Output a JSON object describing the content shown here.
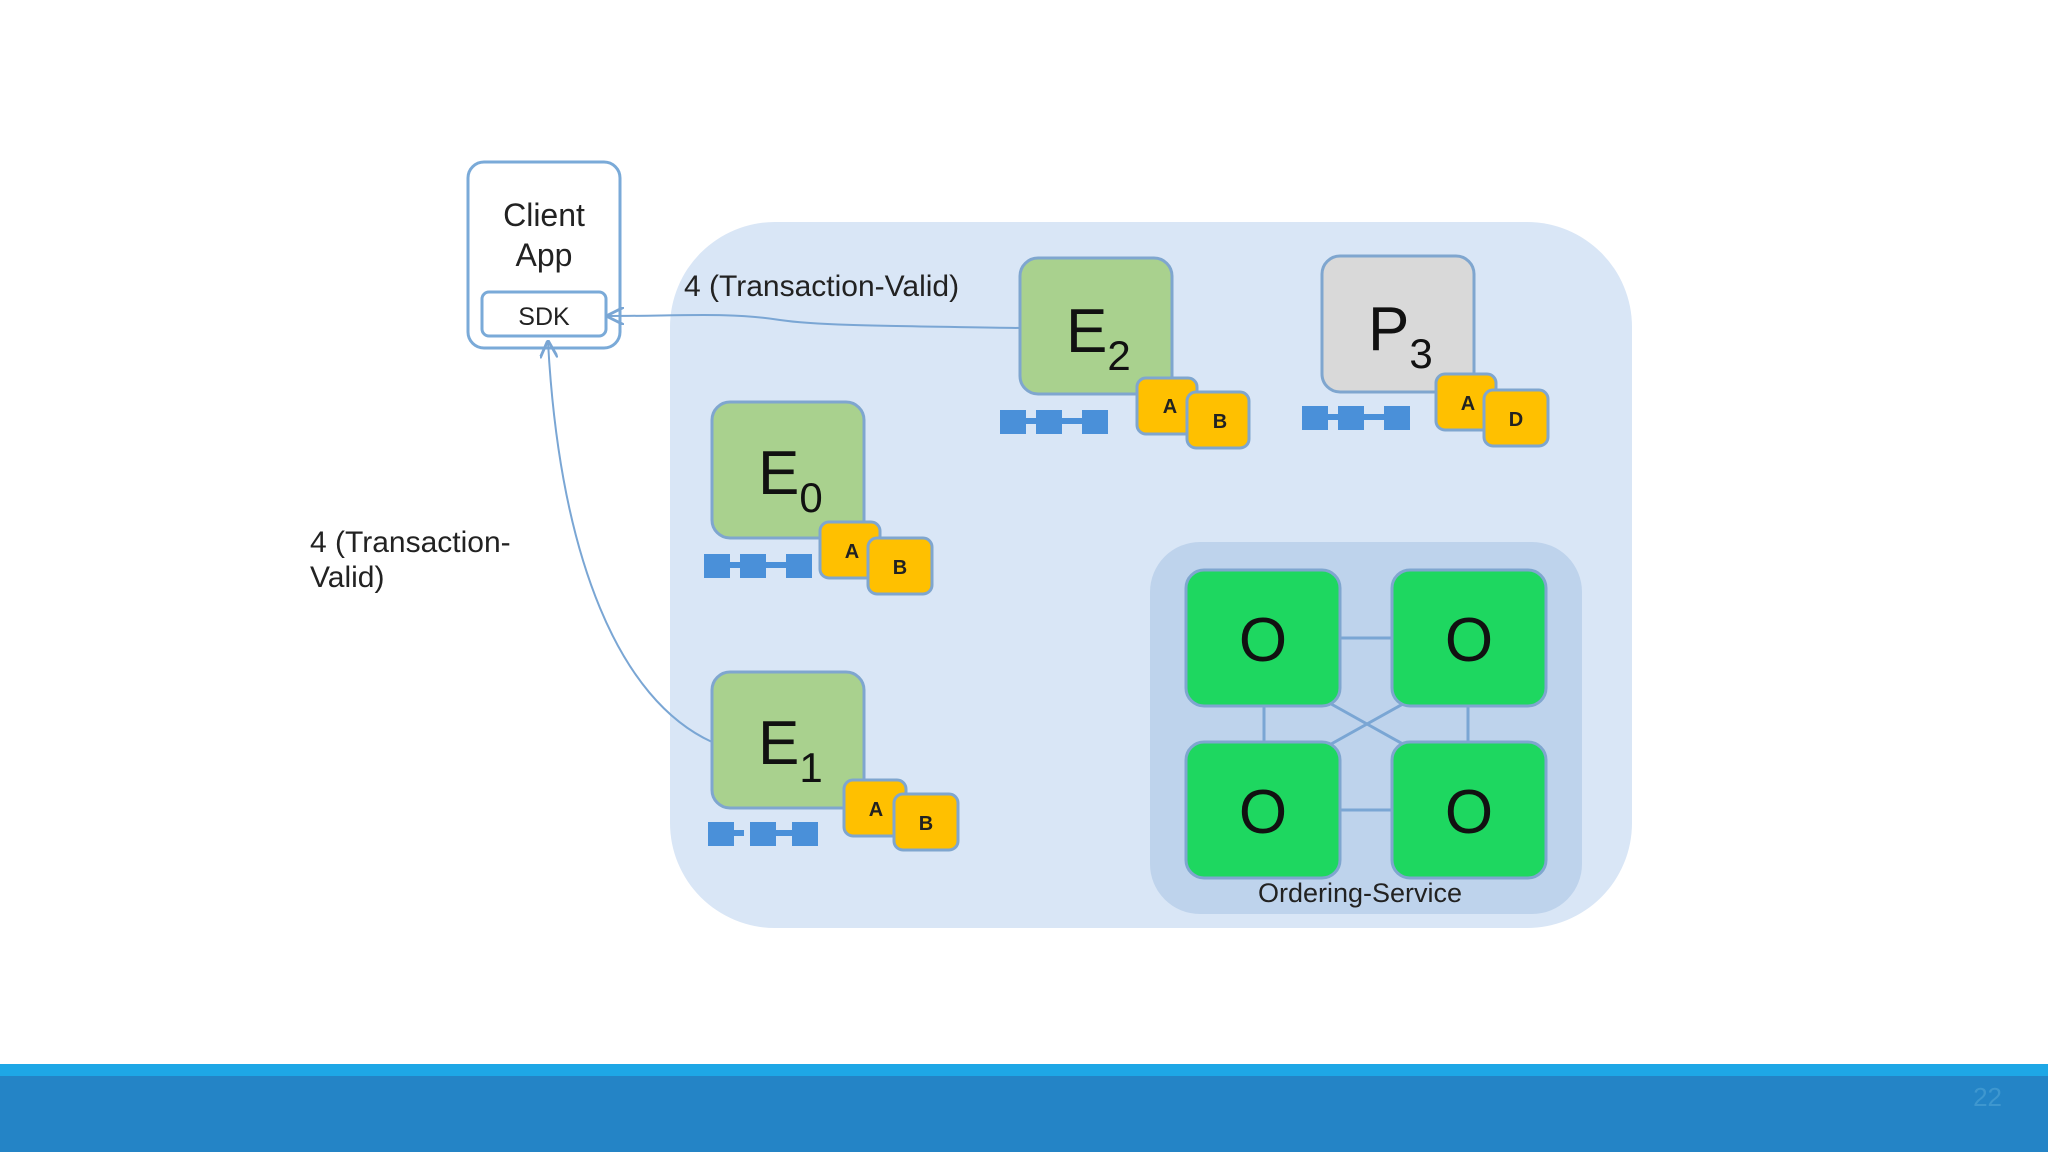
{
  "client": {
    "line1": "Client",
    "line2": "App",
    "sdk": "SDK"
  },
  "arrows": {
    "top_label": "4 (Transaction-Valid)",
    "left_label_line1": "4 (Transaction-",
    "left_label_line2": "Valid)"
  },
  "peers": {
    "e0": {
      "letter": "E",
      "sub": "0",
      "badges": [
        "A",
        "B"
      ]
    },
    "e1": {
      "letter": "E",
      "sub": "1",
      "badges": [
        "A",
        "B"
      ]
    },
    "e2": {
      "letter": "E",
      "sub": "2",
      "badges": [
        "A",
        "B"
      ]
    },
    "p3": {
      "letter": "P",
      "sub": "3",
      "badges": [
        "A",
        "D"
      ]
    }
  },
  "ordering": {
    "label": "Ordering-Service",
    "node": "O"
  },
  "colors": {
    "network_bg": "#d9e6f6",
    "ordering_bg": "#bed3ec",
    "endorser": "#a9d18e",
    "peer_grey": "#d9d9d9",
    "orderer": "#1ed760",
    "badge": "#ffc000",
    "chain": "#4a90d9",
    "footer": "#2484c6",
    "footer_strip": "#1ea7e6"
  },
  "page_number": "22"
}
